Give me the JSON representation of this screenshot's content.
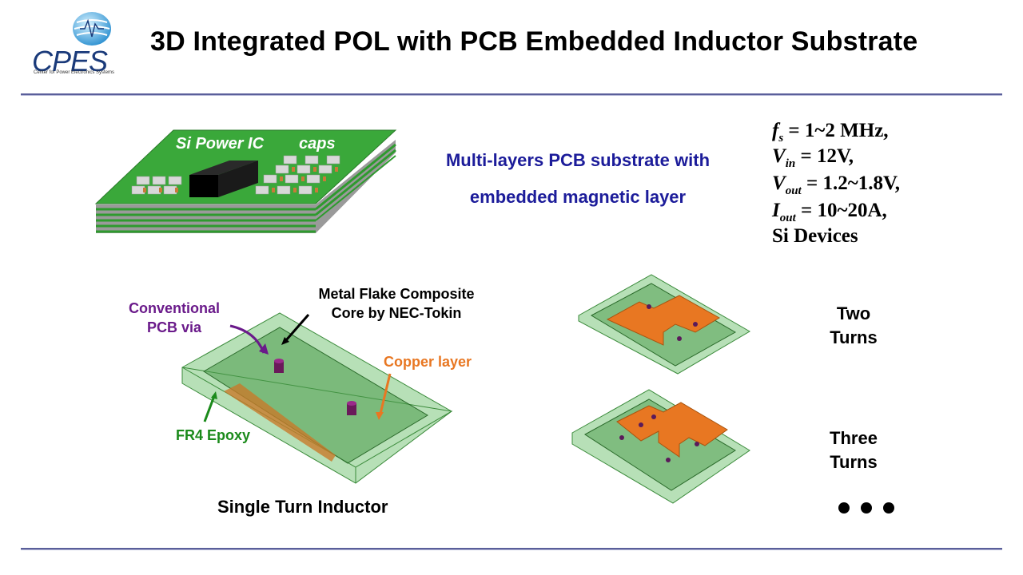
{
  "logo": {
    "name": "CPES",
    "subtitle": "Center for Power Electronics Systems"
  },
  "title": "3D Integrated POL with PCB Embedded Inductor Substrate",
  "board": {
    "ic_label": "Si Power IC",
    "caps_label": "caps"
  },
  "description": {
    "line1": "Multi-layers PCB substrate with",
    "line2": "embedded magnetic layer"
  },
  "specs": {
    "fs_sym": "f",
    "fs_sub": "s",
    "fs_val": " = 1~2 MHz,",
    "vin_sym": "V",
    "vin_sub": "in",
    "vin_val": " = 12V,",
    "vout_sym": "V",
    "vout_sub": "out",
    "vout_val": " = 1.2~1.8V,",
    "iout_sym": "I",
    "iout_sub": "out",
    "iout_val": " = 10~20A,",
    "devices": "Si Devices"
  },
  "inductor": {
    "core_line1": "Metal Flake Composite",
    "core_line2": "Core by NEC-Tokin",
    "via_line1": "Conventional",
    "via_line2": "PCB via",
    "copper": "Copper layer",
    "fr4": "FR4 Epoxy",
    "caption": "Single Turn Inductor"
  },
  "variants": {
    "two_line1": "Two",
    "two_line2": "Turns",
    "three_line1": "Three",
    "three_line2": "Turns"
  },
  "colors": {
    "rule": "#5a5f9a",
    "blue_text": "#1c1c9a",
    "purple": "#6a1a8a",
    "orange": "#e87722",
    "green": "#1a8a1a"
  }
}
